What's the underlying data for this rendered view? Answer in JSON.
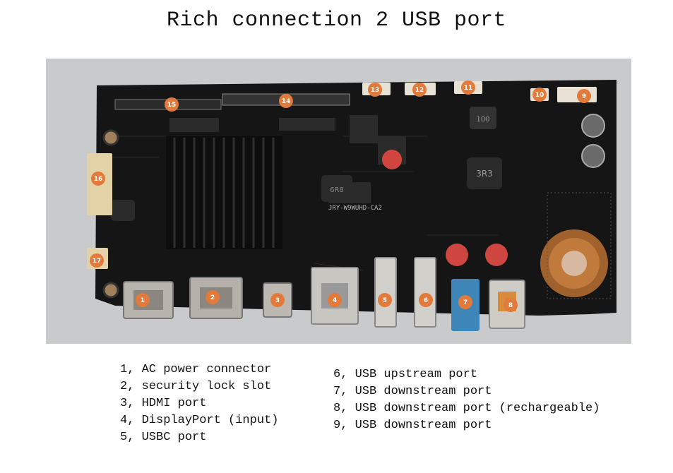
{
  "title": "Rich connection  2 USB port",
  "board": {
    "silkscreen_model": "JRY-W9WUHD-CA2",
    "chip_label_100": "100",
    "chip_label_3r3": "3R3",
    "chip_label_6r8": "6R8",
    "callouts": [
      "1",
      "2",
      "3",
      "4",
      "5",
      "6",
      "7",
      "8",
      "9",
      "10",
      "11",
      "12",
      "13",
      "14",
      "15",
      "16",
      "17"
    ]
  },
  "legend_left": [
    "1, AC power connector",
    "2, security lock slot",
    "3, HDMI port",
    "4, DisplayPort (input)",
    "5, USBC port"
  ],
  "legend_right": [
    "6, USB upstream port",
    "7, USB downstream port",
    "8, USB downstream port (rechargeable)",
    "9, USB downstream port"
  ],
  "colors": {
    "board": "#151515",
    "callout": "#e27a3c",
    "background_photo": "#c9cacc",
    "connector_white": "#e8e2d4",
    "heatsink": "#0d0d0d",
    "jack_blue": "#3f86b8"
  }
}
